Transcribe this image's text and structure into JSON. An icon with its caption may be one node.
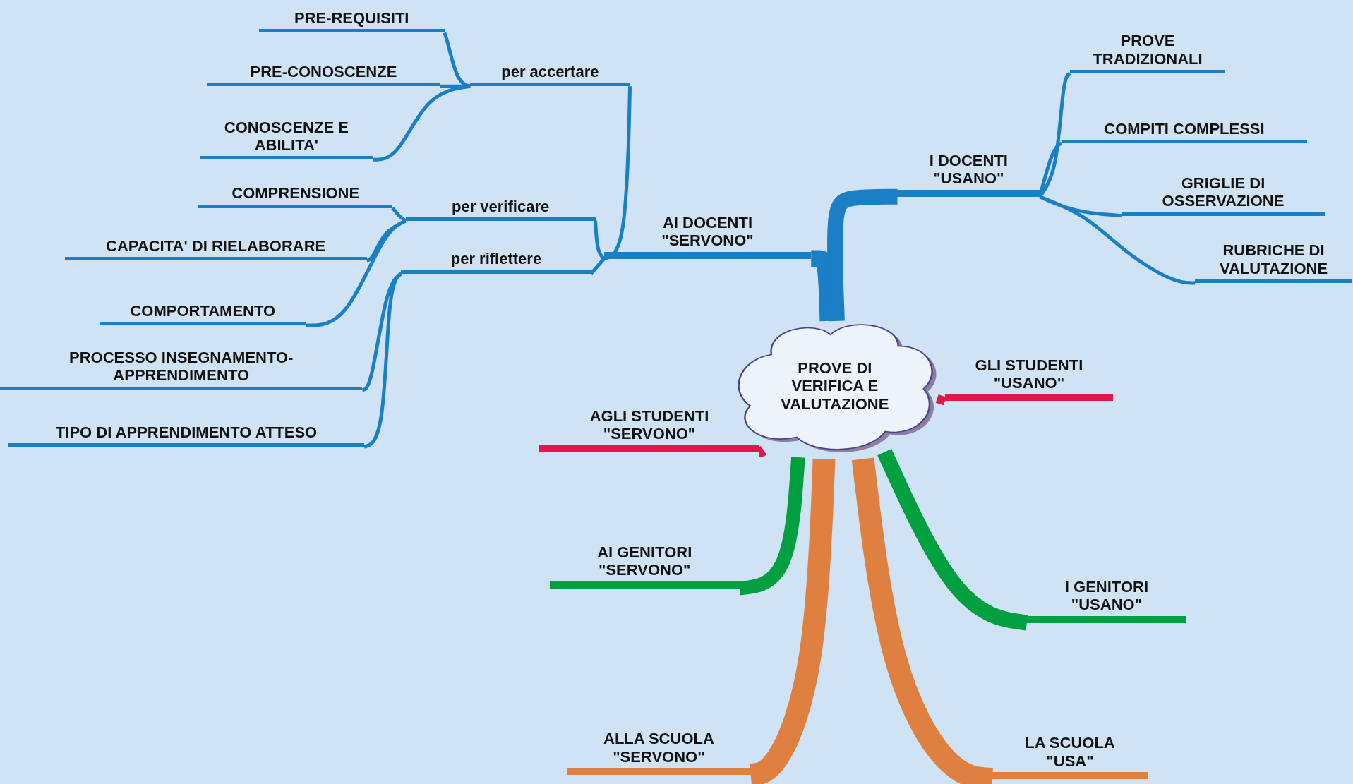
{
  "diagram": {
    "nodes": [
      {
        "text": [
          "PROVE DI VERIFICA E VALUTAZIONE"
        ]
      },
      {
        "text": [
          "PRE-REQUISITI"
        ]
      },
      {
        "text": [
          "PRE-CONOSCENZE"
        ]
      },
      {
        "text": [
          "per accertare"
        ]
      },
      {
        "text": [
          "CONOSCENZE E ABILITA'"
        ]
      },
      {
        "text": [
          "COMPRENSIONE"
        ]
      },
      {
        "text": [
          "per verificare"
        ]
      },
      {
        "text": [
          "CAPACITA' DI RIELABORARE"
        ]
      },
      {
        "text": [
          "per riflettere"
        ]
      },
      {
        "text": [
          "AI DOCENTI \"SERVONO\""
        ]
      },
      {
        "text": [
          "COMPORTAMENTO"
        ]
      },
      {
        "text": [
          "PROCESSO INSEGNAMENTO- APPRENDIMENTO"
        ]
      },
      {
        "text": [
          "TIPO DI APPRENDIMENTO ATTESO"
        ]
      },
      {
        "text": [
          "PROVE TRADIZIONALI"
        ]
      },
      {
        "text": [
          "COMPITI COMPLESSI"
        ]
      },
      {
        "text": [
          "I DOCENTI \"USANO\""
        ]
      },
      {
        "text": [
          "GRIGLIE DI OSSERVAZIONE"
        ]
      },
      {
        "text": [
          "RUBRICHE DI VALUTAZIONE"
        ]
      },
      {
        "text": [
          "GLI STUDENTI \"USANO\""
        ]
      },
      {
        "text": [
          "AGLI STUDENTI \"SERVONO\""
        ]
      },
      {
        "text": [
          "AI GENITORI \"SERVONO\""
        ]
      },
      {
        "text": [
          "I GENITORI \"USANO\""
        ]
      },
      {
        "text": [
          "ALLA SCUOLA \"SERVONO\""
        ]
      },
      {
        "text": [
          "LA SCUOLA \"USA\""
        ]
      }
    ],
    "edges": [
      {
        "from": 0,
        "to": 9,
        "arrow": "none",
        "style": "thick"
      },
      {
        "from": 9,
        "to": 3,
        "arrow": "none"
      },
      {
        "from": 9,
        "to": 6,
        "arrow": "none"
      },
      {
        "from": 9,
        "to": 8,
        "arrow": "none"
      },
      {
        "from": 3,
        "to": 1,
        "arrow": "none"
      },
      {
        "from": 3,
        "to": 2,
        "arrow": "none"
      },
      {
        "from": 3,
        "to": 4,
        "arrow": "none"
      },
      {
        "from": 6,
        "to": 5,
        "arrow": "none"
      },
      {
        "from": 6,
        "to": 7,
        "arrow": "none"
      },
      {
        "from": 6,
        "to": 10,
        "arrow": "none"
      },
      {
        "from": 8,
        "to": 11,
        "arrow": "none"
      },
      {
        "from": 8,
        "to": 12,
        "arrow": "none"
      },
      {
        "from": 0,
        "to": 15,
        "arrow": "none",
        "style": "thick"
      },
      {
        "from": 15,
        "to": 13,
        "arrow": "none"
      },
      {
        "from": 15,
        "to": 14,
        "arrow": "none"
      },
      {
        "from": 15,
        "to": 16,
        "arrow": "none"
      },
      {
        "from": 15,
        "to": 17,
        "arrow": "none"
      },
      {
        "from": 0,
        "to": 18,
        "arrow": "none",
        "style": "thick",
        "color": "#e0174a"
      },
      {
        "from": 0,
        "to": 19,
        "arrow": "none",
        "style": "thick",
        "color": "#e0174a"
      },
      {
        "from": 0,
        "to": 20,
        "arrow": "none",
        "style": "thick",
        "color": "#00a040"
      },
      {
        "from": 0,
        "to": 21,
        "arrow": "none",
        "style": "thick",
        "color": "#00a040"
      },
      {
        "from": 0,
        "to": 22,
        "arrow": "none",
        "style": "thick",
        "color": "#e08040"
      },
      {
        "from": 0,
        "to": 23,
        "arrow": "none",
        "style": "thick",
        "color": "#e08040"
      }
    ]
  }
}
